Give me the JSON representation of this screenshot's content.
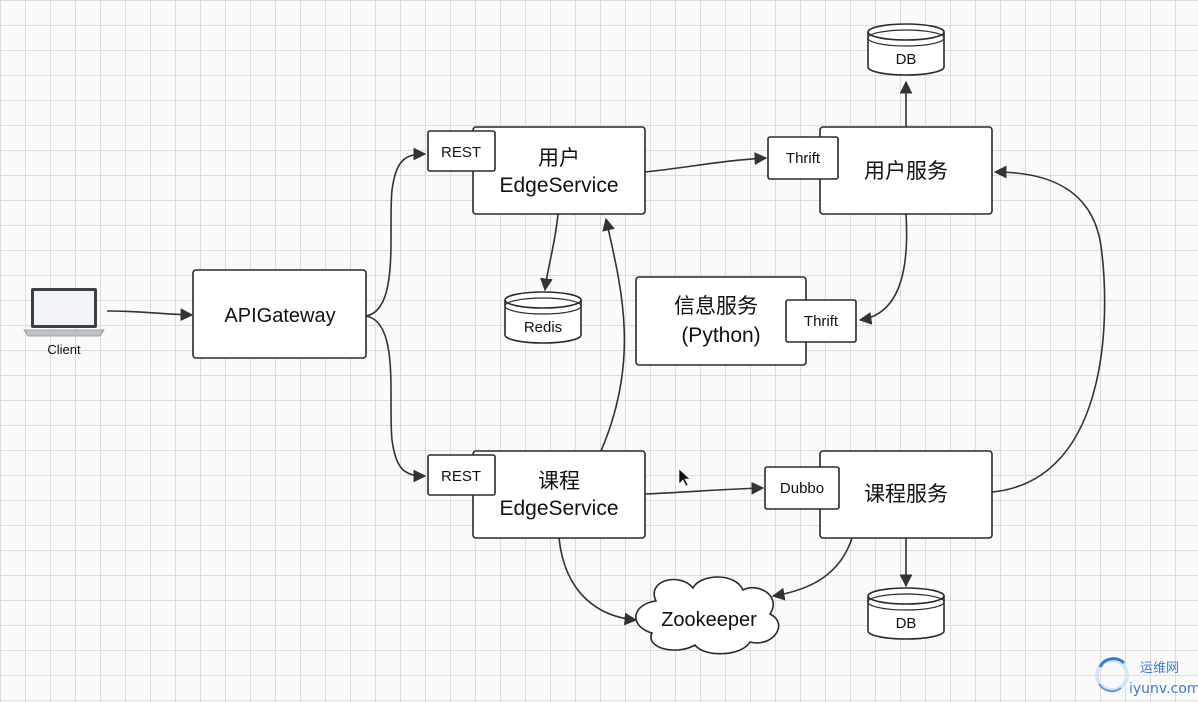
{
  "client": {
    "label": "Client"
  },
  "api_gateway": {
    "label": "APIGateway"
  },
  "user_edge": {
    "tag": "REST",
    "line1": "用户",
    "line2": "EdgeService"
  },
  "course_edge": {
    "tag": "REST",
    "line1": "课程",
    "line2": "EdgeService"
  },
  "user_service": {
    "tag": "Thrift",
    "label": "用户服务"
  },
  "info_service": {
    "tag": "Thrift",
    "line1": "信息服务",
    "line2": "(Python)"
  },
  "course_service": {
    "tag": "Dubbo",
    "label": "课程服务"
  },
  "redis": {
    "label": "Redis"
  },
  "db_user": {
    "label": "DB"
  },
  "db_course": {
    "label": "DB"
  },
  "zookeeper": {
    "label": "Zookeeper"
  },
  "watermark": {
    "line1": "运维网",
    "line2": "iyunv.com"
  },
  "colors": {
    "line": "#333333",
    "box_border": "#2a2a2a",
    "grid": "#dcdcdc",
    "watermark": "#3a7bd5"
  }
}
